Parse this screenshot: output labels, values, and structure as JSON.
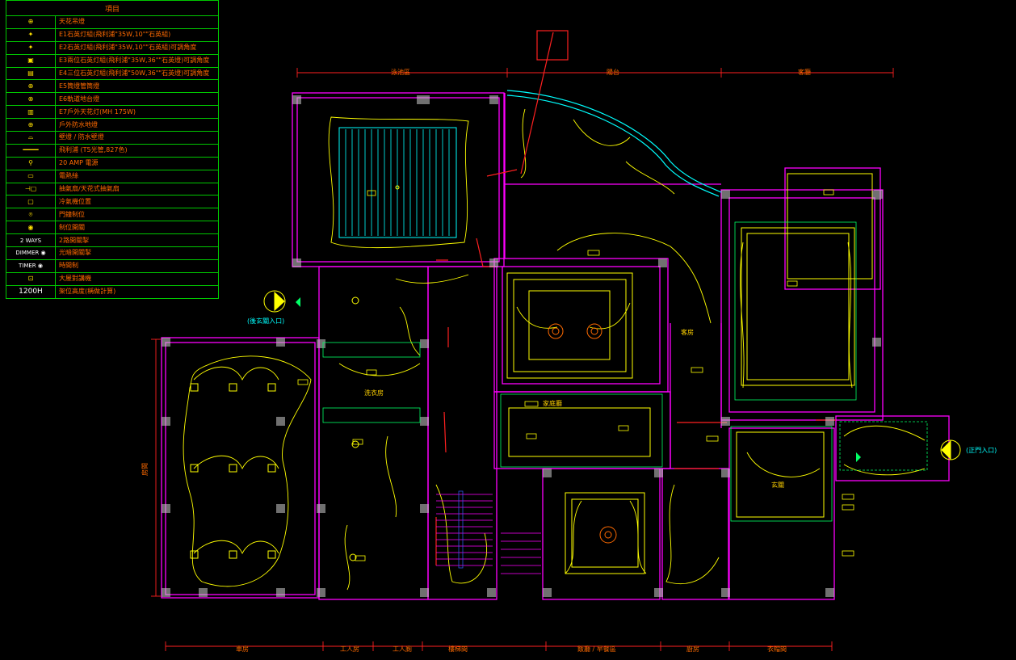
{
  "legend": {
    "header": "項目",
    "rows": [
      {
        "icon": "ceiling-lamp-icon",
        "symbol": "⊕",
        "label": "天花吊燈"
      },
      {
        "icon": "recessed-downlight-icon",
        "symbol": "✦",
        "label": "E1石英灯組(飛利浦\"35W,10\"\"石英組)"
      },
      {
        "icon": "adjustable-downlight-icon",
        "symbol": "✦",
        "label": "E2石英灯組(飛利浦\"35W,10\"\"石英組)可調角度"
      },
      {
        "icon": "double-spotlight-icon",
        "symbol": "▣",
        "label": "E3兩位石英灯組(飛利浦\"35W,36\"\"石英燈)可調角度"
      },
      {
        "icon": "triple-spotlight-icon",
        "symbol": "▤",
        "label": "E4三位石英灯組(飛利浦\"50W,36\"\"石英燈)可調角度"
      },
      {
        "icon": "tube-downlight-icon",
        "symbol": "⊕",
        "label": "E5筒燈管筒燈"
      },
      {
        "icon": "track-light-icon",
        "symbol": "⊗",
        "label": "E6軌道地台燈"
      },
      {
        "icon": "outdoor-ceiling-light-icon",
        "symbol": "▥",
        "label": "E7戶外天花灯(MH 175W)"
      },
      {
        "icon": "outdoor-floor-light-icon",
        "symbol": "⊕",
        "label": "戶外防水地燈"
      },
      {
        "icon": "wall-lamp-icon",
        "symbol": "⌓",
        "label": "壁燈 / 防水壁燈"
      },
      {
        "icon": "fluorescent-tube-icon",
        "symbol": "━━━━",
        "label": "飛利浦 (T5光管,827色)"
      },
      {
        "icon": "power-outlet-icon",
        "symbol": "⚲",
        "label": "20 AMP 電源"
      },
      {
        "icon": "light-strip-icon",
        "symbol": "▭",
        "label": "電熱絲"
      },
      {
        "icon": "exhaust-fan-icon",
        "symbol": "⊣▢",
        "label": "抽氣扇/天花式抽氣扇"
      },
      {
        "icon": "ac-unit-icon",
        "symbol": "▢",
        "label": "冷氣機位置"
      },
      {
        "icon": "door-switch-icon",
        "symbol": "⌾",
        "label": "門鐘制位"
      },
      {
        "icon": "control-switch-icon",
        "symbol": "◉",
        "label": "制位開關"
      },
      {
        "icon": "two-way-switch-icon",
        "symbol": "2 WAYS",
        "label": "2路開關掣"
      },
      {
        "icon": "dimmer-switch-icon",
        "symbol": "DIMMER ◉",
        "label": "光暗開關掣"
      },
      {
        "icon": "timer-switch-icon",
        "symbol": "TIMER ◉",
        "label": "時間制"
      },
      {
        "icon": "tv-outlet-icon",
        "symbol": "⊡",
        "label": "大屋對講機"
      },
      {
        "icon": "mount-height-icon",
        "symbol": "1200H",
        "label": "架位高度(稱做計算)"
      }
    ]
  },
  "plan": {
    "top_dims": [
      "泳池區",
      "陽台",
      "客廳"
    ],
    "bottom_dims": [
      "車房",
      "工人房",
      "工人廁",
      "樓梯間",
      "飯廳 / 早餐區",
      "廚房",
      "衣帽間"
    ],
    "side_dim": "房間",
    "rooms": [
      "洗衣房",
      "家庭廳",
      "客房",
      "玄關"
    ],
    "entrances": {
      "back": "(後玄關入口)",
      "front": "(正門入口)"
    }
  },
  "colors": {
    "wall": "#ff00ff",
    "fixture": "#ffff00",
    "grid": "#00ff66",
    "cyan": "#00ffff",
    "red": "#ff2020",
    "dim": "#ff2020",
    "legend_border": "#00c800",
    "legend_text": "#ff6a00"
  }
}
